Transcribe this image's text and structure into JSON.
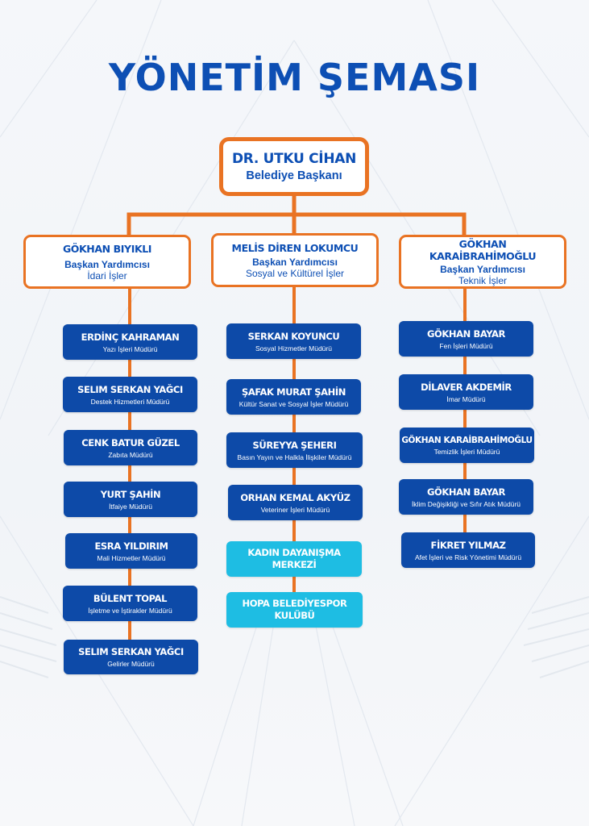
{
  "title": "YÖNETİM ŞEMASI",
  "colors": {
    "title": "#0d4fb4",
    "connector": "#e97323",
    "director_box": "#0d4aa8",
    "unit_box": "#1ebde3"
  },
  "mayor": {
    "name": "DR. UTKU CİHAN",
    "role": "Belediye Başkanı"
  },
  "deputies": [
    {
      "name": "GÖKHAN BIYIKLI",
      "role": "Başkan Yardımcısı",
      "dept": "İdari İşler",
      "directors": [
        {
          "name": "ERDİNÇ KAHRAMAN",
          "dept": "Yazı İşleri Müdürü"
        },
        {
          "name": "SELIM SERKAN YAĞCI",
          "dept": "Destek Hizmetleri Müdürü"
        },
        {
          "name": "CENK BATUR GÜZEL",
          "dept": "Zabıta Müdürü"
        },
        {
          "name": "YURT ŞAHİN",
          "dept": "İtfaiye Müdürü"
        },
        {
          "name": "ESRA YILDIRIM",
          "dept": "Mali Hizmetler Müdürü"
        },
        {
          "name": "BÜLENT TOPAL",
          "dept": "İşletme ve İştirakler Müdürü"
        },
        {
          "name": "SELIM SERKAN YAĞCI",
          "dept": "Gelirler Müdürü"
        }
      ]
    },
    {
      "name": "MELİS DİREN LOKUMCU",
      "role": "Başkan Yardımcısı",
      "dept": "Sosyal ve Kültürel İşler",
      "directors": [
        {
          "name": "SERKAN KOYUNCU",
          "dept": "Sosyal Hizmetler Müdürü"
        },
        {
          "name": "ŞAFAK MURAT ŞAHİN",
          "dept": "Kültür Sanat ve Sosyal İşler Müdürü"
        },
        {
          "name": "SÜREYYA ŞEHERI",
          "dept": "Basın Yayın ve Halkla İlişkiler Müdürü"
        },
        {
          "name": "ORHAN KEMAL AKYÜZ",
          "dept": "Veteriner İşleri Müdürü"
        }
      ],
      "units": [
        {
          "name": "KADIN DAYANIŞMA MERKEZİ"
        },
        {
          "name": "HOPA BELEDİYESPOR KULÜBÜ"
        }
      ]
    },
    {
      "name": "GÖKHAN KARAİBRAHİMOĞLU",
      "role": "Başkan Yardımcısı",
      "dept": "Teknik İşler",
      "directors": [
        {
          "name": "GÖKHAN BAYAR",
          "dept": "Fen İşleri Müdürü"
        },
        {
          "name": "DİLAVER AKDEMİR",
          "dept": "İmar Müdürü"
        },
        {
          "name": "GÖKHAN KARAİBRAHİMOĞLU",
          "dept": "Temizlik İşleri Müdürü"
        },
        {
          "name": "GÖKHAN BAYAR",
          "dept": "İklim Değişikliği ve Sıfır Atık Müdürü"
        },
        {
          "name": "FİKRET YILMAZ",
          "dept": "Afet İşleri ve Risk Yönetimi Müdürü"
        }
      ]
    }
  ]
}
